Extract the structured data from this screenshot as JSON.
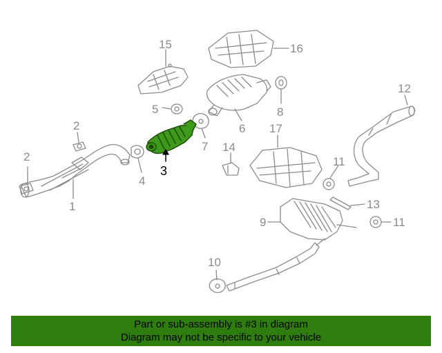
{
  "callouts": {
    "c1": "1",
    "c2a": "2",
    "c2b": "2",
    "c3": "3",
    "c4": "4",
    "c5": "5",
    "c6": "6",
    "c7": "7",
    "c8": "8",
    "c9": "9",
    "c10": "10",
    "c11a": "11",
    "c11b": "11",
    "c12": "12",
    "c13": "13",
    "c14": "14",
    "c15": "15",
    "c16": "16",
    "c17": "17"
  },
  "banner": {
    "line1": "Part or sub-assembly is #3 in diagram",
    "line2": "Diagram may not be specific to your vehicle"
  },
  "colors": {
    "line": "#8a8a8a",
    "highlight": "#2e7d0e",
    "highlight_fill": "#3e9a1a",
    "banner_bg": "#2e7d0e"
  }
}
